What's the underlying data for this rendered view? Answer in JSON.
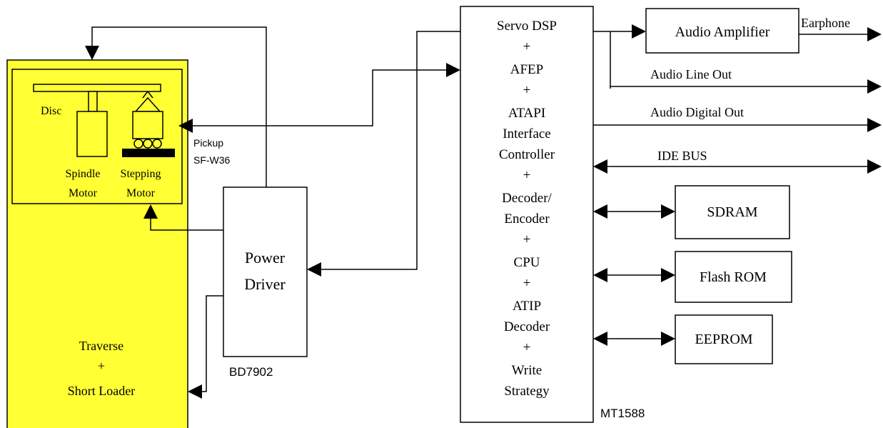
{
  "colors": {
    "traverse_fill": "#ffff33",
    "line": "#000000",
    "background": "#ffffff"
  },
  "traverse": {
    "disc_label": "Disc",
    "spindle_label_1": "Spindle",
    "spindle_label_2": "Motor",
    "stepping_label_1": "Stepping",
    "stepping_label_2": "Motor",
    "main_label_1": "Traverse",
    "main_label_plus": "+",
    "main_label_2": "Short Loader"
  },
  "pickup": {
    "label_1": "Pickup",
    "label_2": "SF-W36"
  },
  "power_driver": {
    "label_1": "Power",
    "label_2": "Driver",
    "part_number": "BD7902"
  },
  "mt1588": {
    "lines": [
      "Servo DSP",
      "+",
      "AFEP",
      "+",
      "ATAPI",
      "Interface",
      "Controller",
      "+",
      "Decoder/",
      "Encoder",
      "+",
      "CPU",
      "+",
      "ATIP",
      "Decoder",
      "+",
      "Write",
      "Strategy"
    ],
    "part_number": "MT1588"
  },
  "outputs": {
    "audio_amplifier": "Audio Amplifier",
    "earphone": "Earphone",
    "audio_line_out": "Audio Line Out",
    "audio_digital_out": "Audio Digital Out",
    "ide_bus": "IDE BUS"
  },
  "memory": {
    "sdram": "SDRAM",
    "flash_rom": "Flash ROM",
    "eeprom": "EEPROM"
  }
}
